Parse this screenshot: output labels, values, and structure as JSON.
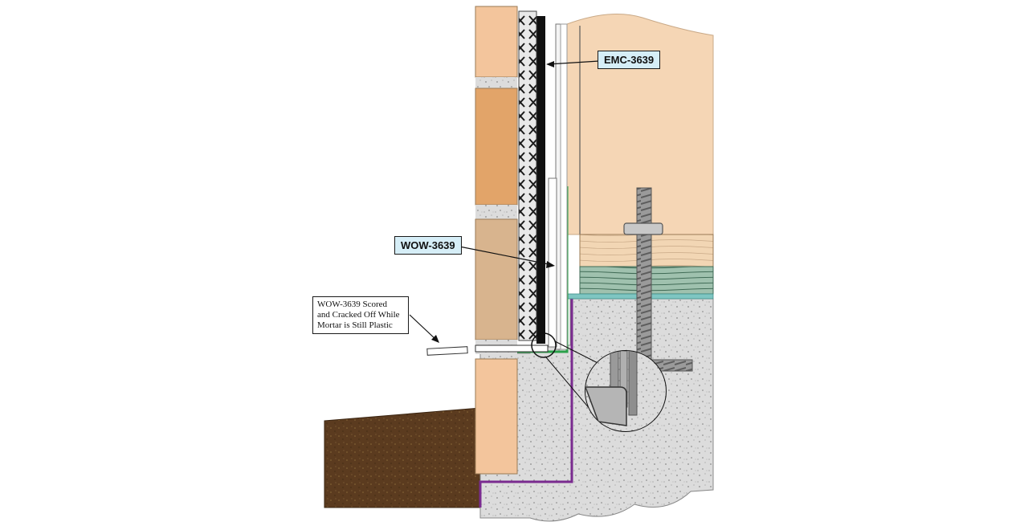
{
  "labels": {
    "emc": "EMC-3639",
    "wow": "WOW-3639",
    "note_lines": [
      "WOW-3639 Scored",
      "and Cracked Off While",
      "Mortar is Still Plastic"
    ]
  },
  "colors": {
    "brick": "#f3c59c",
    "brick_dark": "#e2a469",
    "brick_tan": "#d8b48e",
    "mortar": "#cfcfcf",
    "concrete": "#d9d9d9",
    "wood": "#f5d6b5",
    "sill": "#cfe0d6",
    "soil": "#5b3b1f",
    "green_flashing": "#2aa14a",
    "purple_membrane": "#7a2b8f",
    "callout_fill": "#d6eef7"
  }
}
